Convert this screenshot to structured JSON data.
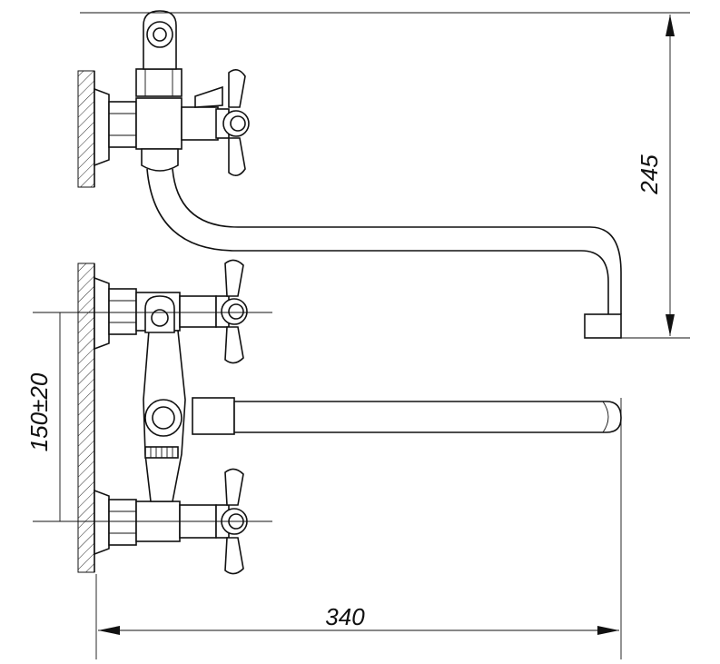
{
  "dimensions": {
    "height_label": "245",
    "spacing_label": "150±20",
    "length_label": "340"
  },
  "colors": {
    "stroke": "#111111",
    "background": "#ffffff"
  }
}
